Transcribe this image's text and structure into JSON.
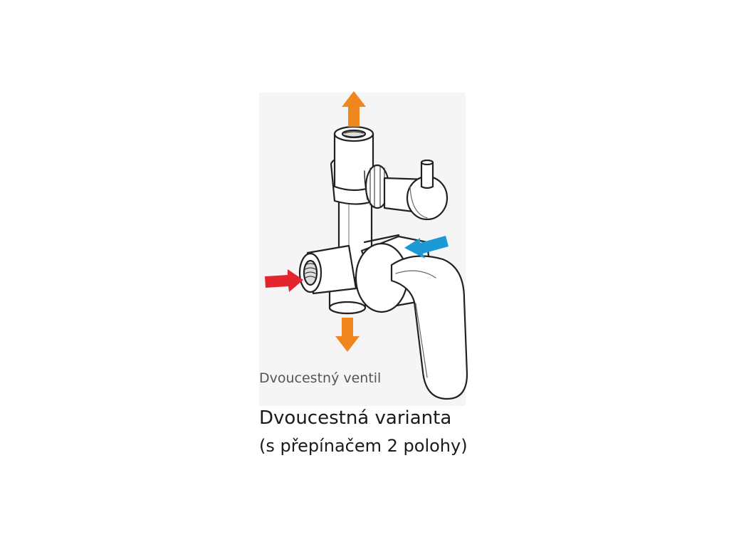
{
  "diagram": {
    "label": "Dvoucestný ventil"
  },
  "caption": {
    "title": "Dvoucestná varianta",
    "subtitle": "(s přepínačem 2 polohy)"
  },
  "arrows": {
    "outlet_color": "#f0861e",
    "cold_inlet_color": "#1b9ad6",
    "hot_inlet_color": "#e3262d"
  }
}
